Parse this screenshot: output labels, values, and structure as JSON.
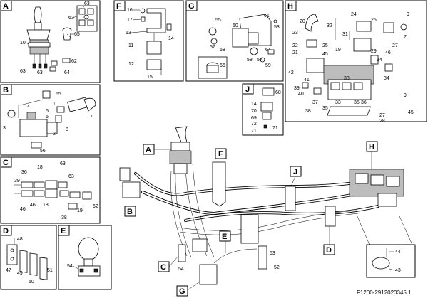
{
  "footer_code": "F1200-2912020345.1",
  "panels": [
    {
      "key": "A",
      "letter": "A",
      "callouts": [
        "63",
        "63",
        "10",
        "65",
        "62",
        "63",
        "63",
        "64"
      ]
    },
    {
      "key": "B",
      "letter": "B",
      "callouts": [
        "65",
        "4",
        "1",
        "5",
        "6",
        "7",
        "3",
        "8",
        "2",
        "56"
      ]
    },
    {
      "key": "C",
      "letter": "C",
      "callouts": [
        "36",
        "39",
        "18",
        "63",
        "63",
        "46",
        "46",
        "18",
        "38",
        "19",
        "62"
      ]
    },
    {
      "key": "D",
      "letter": "D",
      "callouts": [
        "48",
        "47",
        "49",
        "50",
        "51"
      ]
    },
    {
      "key": "E",
      "letter": "E",
      "callouts": [
        "54"
      ]
    },
    {
      "key": "F",
      "letter": "F",
      "callouts": [
        "16",
        "17",
        "13",
        "14",
        "11",
        "12",
        "15"
      ]
    },
    {
      "key": "G",
      "letter": "G",
      "callouts": [
        "55",
        "60",
        "61",
        "53",
        "57",
        "58",
        "64",
        "66",
        "58",
        "57",
        "59"
      ]
    },
    {
      "key": "H",
      "letter": "H",
      "callouts": [
        "20",
        "32",
        "24",
        "26",
        "9",
        "23",
        "31",
        "7",
        "22",
        "25",
        "29",
        "27",
        "19",
        "21",
        "45",
        "46",
        "34",
        "42",
        "41",
        "30",
        "34",
        "39",
        "40",
        "37",
        "38",
        "33",
        "35",
        "9",
        "35",
        "36",
        "27",
        "28",
        "45"
      ]
    },
    {
      "key": "J",
      "letter": "J",
      "callouts": [
        "68",
        "14",
        "70",
        "69",
        "72",
        "71",
        "71"
      ]
    }
  ],
  "overview_tags": [
    {
      "key": "A",
      "letter": "A"
    },
    {
      "key": "B",
      "letter": "B"
    },
    {
      "key": "F",
      "letter": "F"
    },
    {
      "key": "H",
      "letter": "H"
    },
    {
      "key": "J",
      "letter": "J"
    },
    {
      "key": "D",
      "letter": "D"
    },
    {
      "key": "E",
      "letter": "E"
    },
    {
      "key": "C",
      "letter": "C"
    },
    {
      "key": "G",
      "letter": "G"
    }
  ],
  "overview_callouts": [
    "53",
    "52",
    "54",
    "44",
    "43"
  ]
}
